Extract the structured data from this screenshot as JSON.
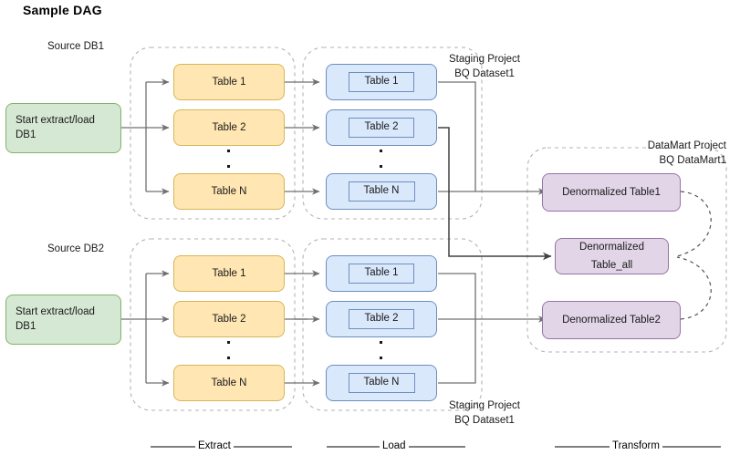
{
  "title": "Sample DAG",
  "groups": {
    "source_db1": "Source DB1",
    "source_db2": "Source DB2",
    "staging_top_line1": "Staging Project",
    "staging_top_line2": "BQ Dataset1",
    "staging_bottom_line1": "Staging Project",
    "staging_bottom_line2": "BQ Dataset1",
    "datamart_line1": "DataMart Project",
    "datamart_line2": "BQ DataMart1"
  },
  "start_nodes": [
    {
      "line1": "Start extract/load",
      "line2": "DB1"
    },
    {
      "line1": "Start extract/load",
      "line2": "DB1"
    }
  ],
  "extract_tables_top": [
    "Table 1",
    "Table 2",
    "Table N"
  ],
  "extract_tables_bottom": [
    "Table 1",
    "Table 2",
    "Table N"
  ],
  "load_tables_top": [
    "Table 1",
    "Table 2",
    "Table N"
  ],
  "load_tables_bottom": [
    "Table 1",
    "Table 2",
    "Table N"
  ],
  "mart_nodes": [
    {
      "label": "Denormalized Table1",
      "lines": [
        "Denormalized Table1"
      ]
    },
    {
      "label": "Denormalized Table_all",
      "lines": [
        "Denormalized",
        "Table_all"
      ]
    },
    {
      "label": "Denormalized Table2",
      "lines": [
        "Denormalized Table2"
      ]
    }
  ],
  "phases": [
    "Extract",
    "Load",
    "Transform"
  ],
  "colors": {
    "start_fill": "#d5e8d4",
    "start_stroke": "#82b366",
    "extract_fill": "#ffe6b3",
    "extract_stroke": "#d6b656",
    "load_fill": "#dae8fc",
    "load_stroke": "#6c8ebf",
    "mart_fill": "#e1d5e7",
    "mart_stroke": "#9673a6",
    "edge": "#707070",
    "container_dash": "#b3b3b3",
    "background": "#ffffff"
  }
}
